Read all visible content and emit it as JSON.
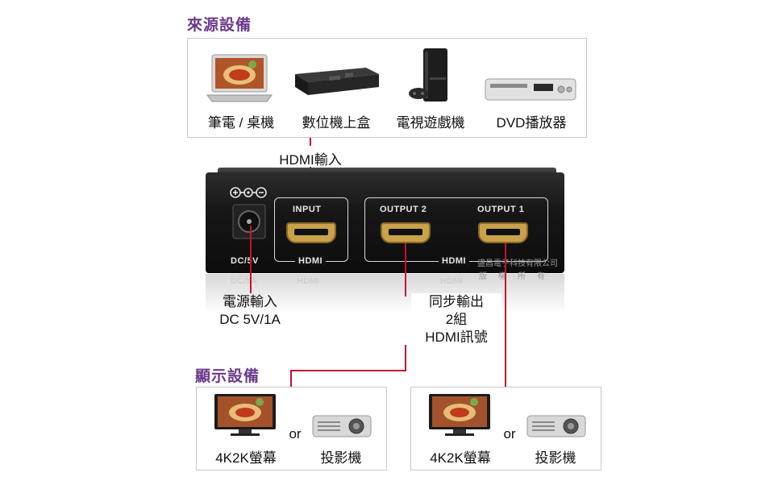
{
  "source": {
    "heading": "來源設備",
    "devices": [
      {
        "label": "筆電 / 桌機",
        "icon": "laptop-icon"
      },
      {
        "label": "數位機上盒",
        "icon": "settop-box-icon"
      },
      {
        "label": "電視遊戲機",
        "icon": "game-console-icon"
      },
      {
        "label": "DVD播放器",
        "icon": "dvd-player-icon"
      }
    ]
  },
  "hdmi_input_label": "HDMI輸入",
  "splitter": {
    "power_port": "DC/5V",
    "input_port": "INPUT",
    "input_hdmi": "HDMI",
    "output2_port": "OUTPUT 2",
    "output1_port": "OUTPUT 1",
    "output_hdmi": "HDMI",
    "reflect_power": "DC/5A",
    "reflect_hdmi": "HDMI"
  },
  "power_caption": {
    "line1": "電源輸入",
    "line2": "DC 5V/1A"
  },
  "sync_caption": {
    "line1": "同步輸出",
    "line2": "2組",
    "line3": "HDMI訊號"
  },
  "display": {
    "heading": "顯示設備",
    "groups": [
      {
        "screen_label": "4K2K螢幕",
        "or_label": "or",
        "projector_label": "投影機"
      },
      {
        "screen_label": "4K2K螢幕",
        "or_label": "or",
        "projector_label": "投影機"
      }
    ]
  },
  "watermark": {
    "line1": "盛昌電子科技有限公司",
    "line2": "版　權　所　有"
  },
  "colors": {
    "heading": "#6b3a8c",
    "wire": "#c8102e",
    "device_body": "#161616"
  }
}
